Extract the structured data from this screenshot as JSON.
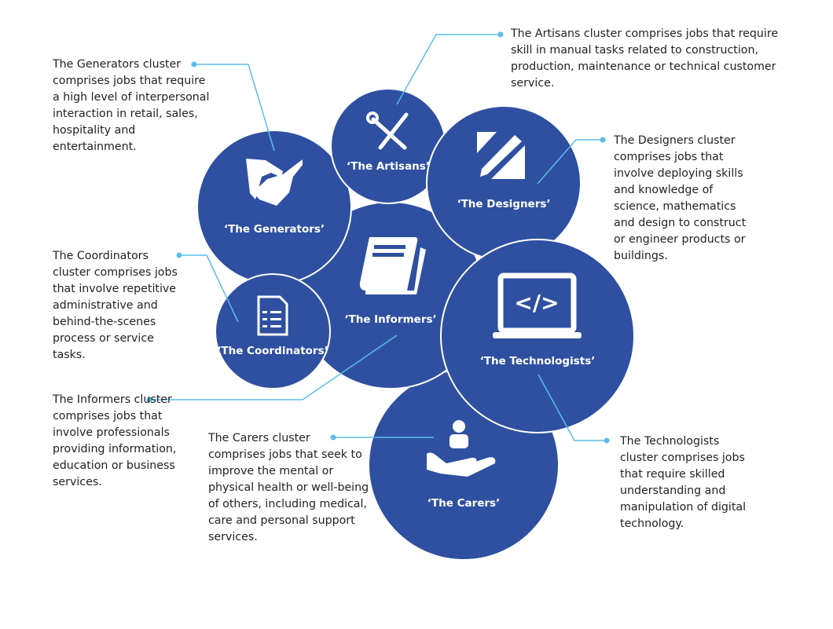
{
  "colors": {
    "circle": "#2f50a0",
    "line": "#5bbde6"
  },
  "clusters": {
    "generators": {
      "label": "‘The Generators’",
      "icon": "handshake-icon",
      "description": "The Generators cluster comprises jobs that require a high level of interpersonal interaction in retail, sales, hospitality and entertainment."
    },
    "artisans": {
      "label": "‘The Artisans’",
      "icon": "wrench-screwdriver-icon",
      "description": "The Artisans cluster comprises jobs that require skill in manual tasks related to construction, production, maintenance or technical customer service."
    },
    "designers": {
      "label": "‘The Designers’",
      "icon": "ruler-pencil-icon",
      "description": "The Designers cluster comprises jobs that involve deploying skills and knowledge of science, mathematics and design to construct or engineer products or buildings."
    },
    "coordinators": {
      "label": "‘The Coordinators’",
      "icon": "checklist-icon",
      "description": "The Coordinators cluster comprises jobs that involve repetitive administrative and behind-the-scenes process or service tasks."
    },
    "informers": {
      "label": "‘The Informers’",
      "icon": "book-icon",
      "description": "The Informers cluster comprises jobs that involve professionals providing information, education or business services."
    },
    "technologists": {
      "label": "‘The Technologists’",
      "icon": "laptop-code-icon",
      "description": "The Technologists cluster comprises jobs that require skilled understanding and manipulation of digital technology."
    },
    "carers": {
      "label": "‘The Carers’",
      "icon": "hand-person-icon",
      "description": "The Carers cluster comprises jobs that seek to improve the mental or physical health or well-being of others, including medical, care and personal support services."
    }
  }
}
